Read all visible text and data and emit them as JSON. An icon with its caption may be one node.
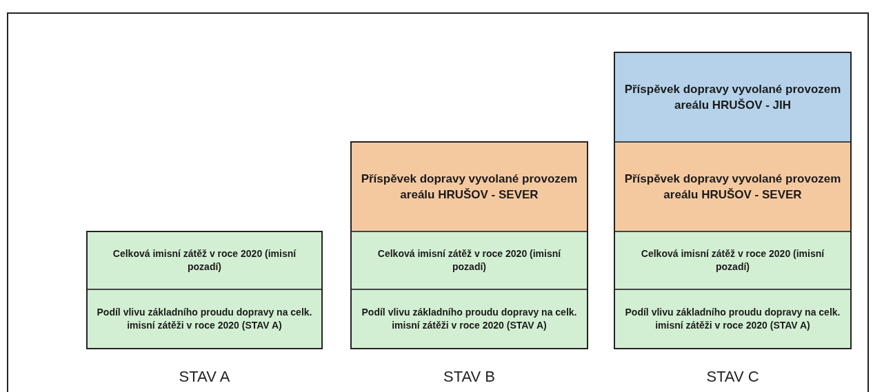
{
  "diagram": {
    "nodes": [
      {
        "text": [
          "Celková imisní zátěž v roce 2020 (imisní pozadí)"
        ]
      },
      {
        "text": [
          "Podíl vlivu základního proudu dopravy na celk. imisní zátěži v roce 2020 (STAV A)"
        ]
      },
      {
        "text": [
          "Příspěvek dopravy vyvolané provozem areálu HRUŠOV - SEVER"
        ]
      },
      {
        "text": [
          "Celková imisní zátěž v roce 2020 (imisní pozadí)"
        ]
      },
      {
        "text": [
          "Podíl vlivu základního proudu dopravy na celk. imisní zátěži v roce 2020 (STAV A)"
        ]
      },
      {
        "text": [
          "Příspěvek dopravy vyvolané provozem areálu HRUŠOV - JIH"
        ]
      },
      {
        "text": [
          "Příspěvek dopravy vyvolané provozem areálu HRUŠOV - SEVER"
        ]
      },
      {
        "text": [
          "Celková imisní zátěž v roce 2020 (imisní pozadí)"
        ]
      },
      {
        "text": [
          "Podíl vlivu základního proudu dopravy na celk. imisní zátěži v roce 2020 (STAV A)"
        ]
      }
    ],
    "labels": [
      "STAV A",
      "STAV B",
      "STAV C"
    ]
  }
}
